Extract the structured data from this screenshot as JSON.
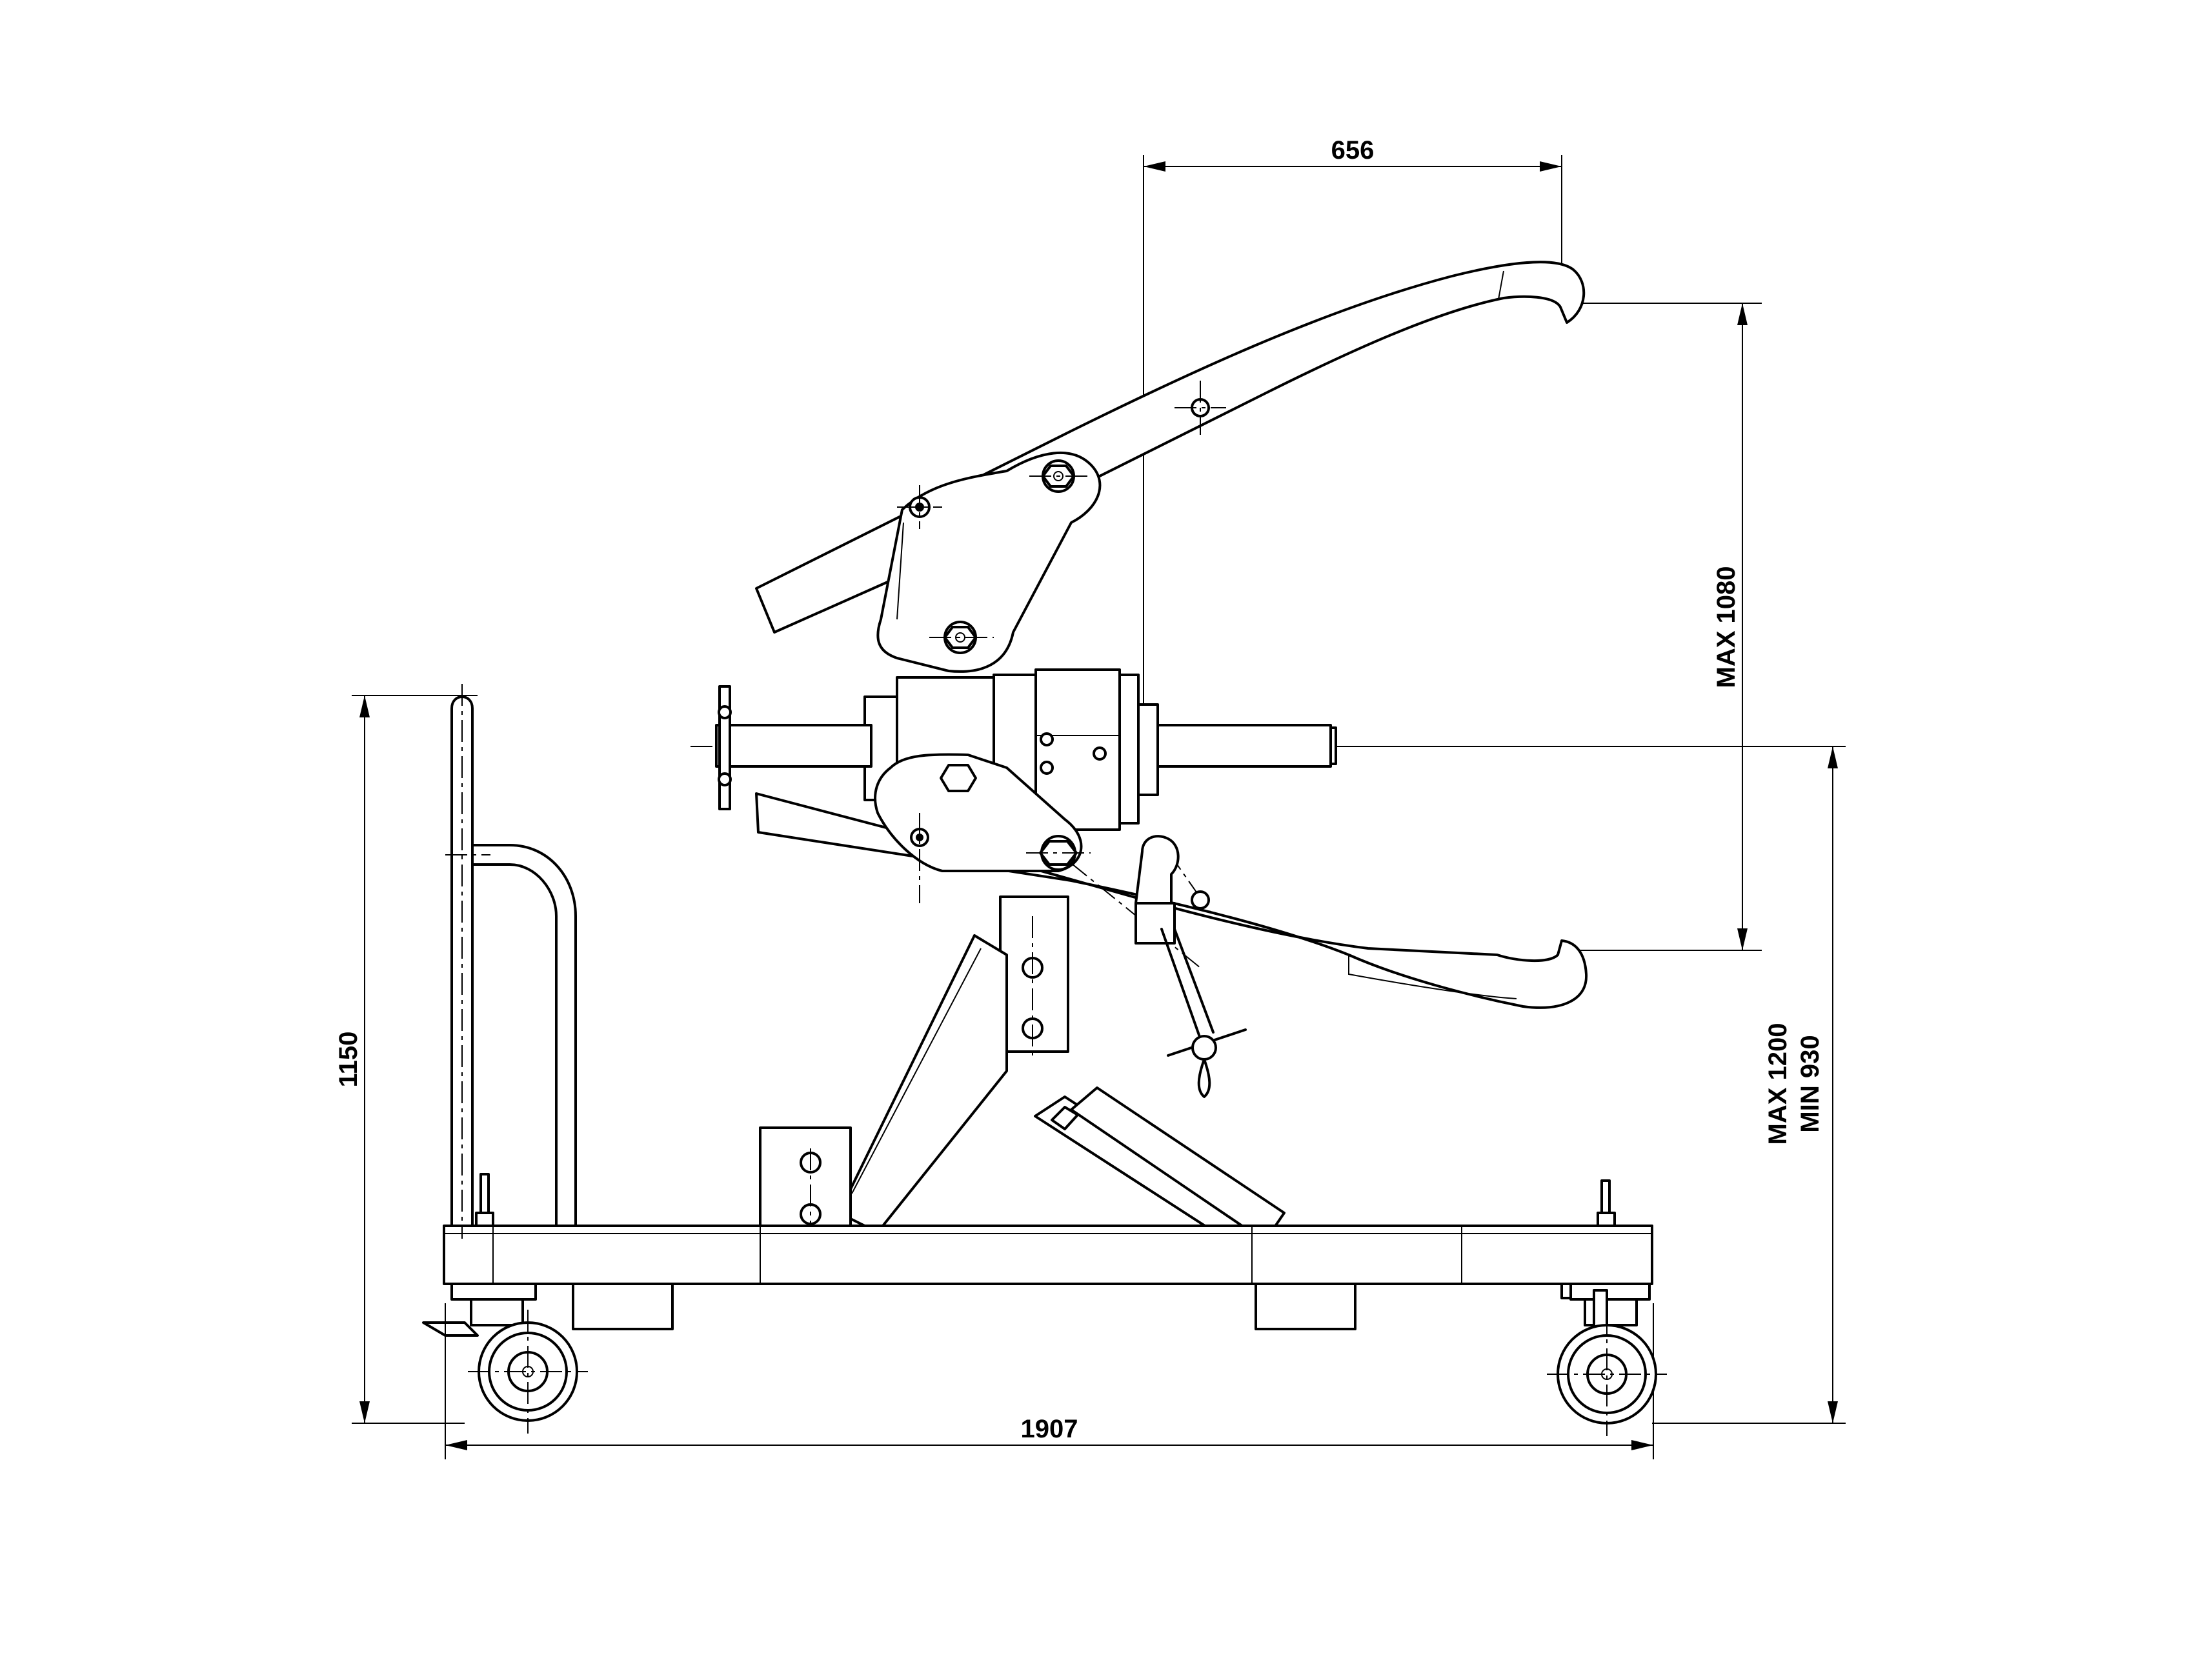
{
  "dimensions": {
    "jaw_reach": "656",
    "arm_spread": "MAX 1080",
    "handle_height": "1150",
    "height_max": "MAX 1200",
    "height_min": "MIN 930",
    "overall_length": "1907"
  }
}
